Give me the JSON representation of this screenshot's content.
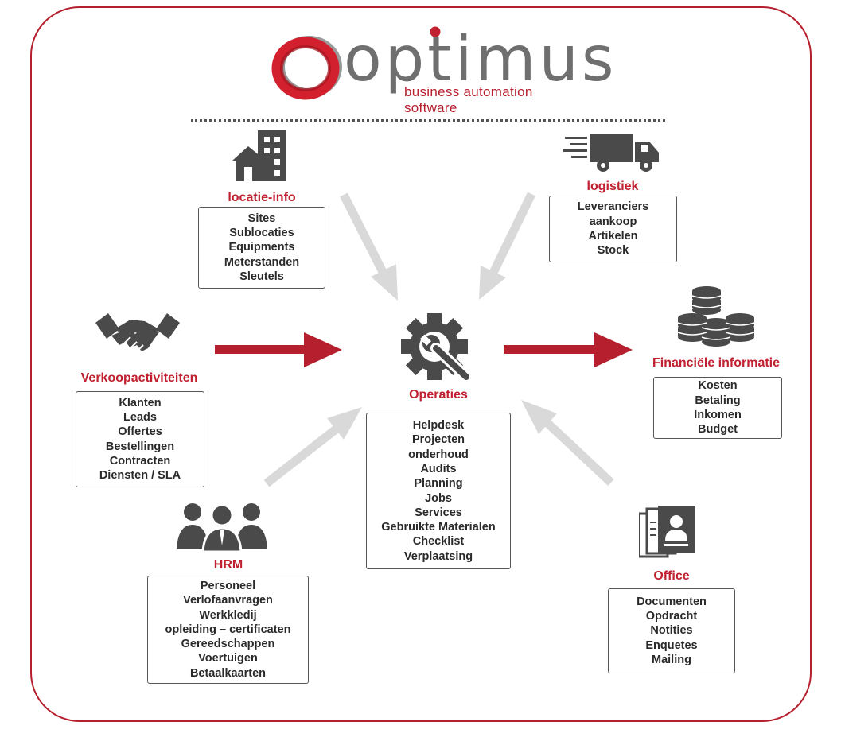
{
  "logo": {
    "name": "optimus",
    "tagline": "business automation software"
  },
  "colors": {
    "accent": "#c0202f",
    "arrow_red": "#b51f2e",
    "arrow_grey": "#d9d9d9",
    "icon": "#4a4a4a"
  },
  "center": {
    "label": "Operaties",
    "icon": "gear-wrench-icon",
    "items": [
      "Helpdesk",
      "Projecten",
      "onderhoud",
      "Audits",
      "Planning",
      "Jobs",
      "Services",
      "Gebruikte Materialen",
      "Checklist",
      "Verplaatsing"
    ]
  },
  "nodes": {
    "locatie": {
      "label": "locatie-info",
      "icon": "buildings-icon",
      "items": [
        "Sites",
        "Sublocaties",
        "Equipments",
        "Meterstanden",
        "Sleutels"
      ]
    },
    "logistiek": {
      "label": "logistiek",
      "icon": "truck-icon",
      "items": [
        "Leveranciers",
        "aankoop",
        "Artikelen",
        "Stock"
      ]
    },
    "verkoop": {
      "label": "Verkoopactiviteiten",
      "icon": "handshake-icon",
      "items": [
        "Klanten",
        "Leads",
        "Offertes",
        "Bestellingen",
        "Contracten",
        "Diensten / SLA"
      ]
    },
    "financieel": {
      "label": "Financiële informatie",
      "icon": "coins-icon",
      "items": [
        "Kosten",
        "Betaling",
        "Inkomen",
        "Budget"
      ]
    },
    "hrm": {
      "label": "HRM",
      "icon": "people-icon",
      "items": [
        "Personeel",
        "Verlofaanvragen",
        "Werkkledij",
        "opleiding – certificaten",
        "Gereedschappen",
        "Voertuigen",
        "Betaalkaarten"
      ]
    },
    "office": {
      "label": "Office",
      "icon": "documents-icon",
      "items": [
        "Documenten",
        "Opdracht",
        "Notities",
        "Enquetes",
        "Mailing"
      ]
    }
  }
}
